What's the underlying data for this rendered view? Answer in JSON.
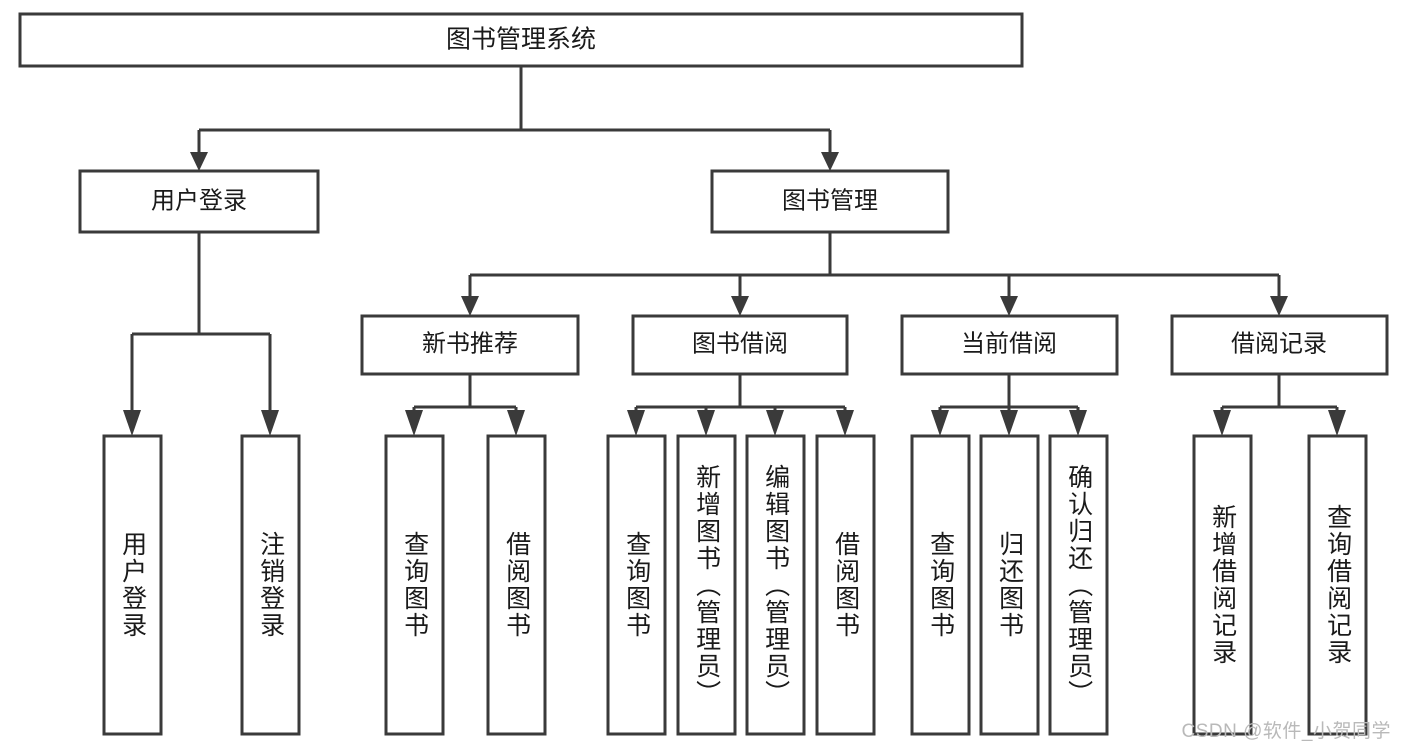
{
  "diagram": {
    "title": "图书管理系统",
    "type": "tree-hierarchy",
    "orientation": "top-down",
    "colors": {
      "box_stroke": "#3a3a3a",
      "box_fill": "#ffffff",
      "connector": "#3a3a3a",
      "text": "#1a1a1a",
      "watermark": "#b9b9b9",
      "background": "#ffffff"
    }
  },
  "root": {
    "label": "图书管理系统"
  },
  "level2": [
    {
      "label": "用户登录"
    },
    {
      "label": "图书管理"
    }
  ],
  "level3": [
    {
      "label": "新书推荐"
    },
    {
      "label": "图书借阅"
    },
    {
      "label": "当前借阅"
    },
    {
      "label": "借阅记录"
    }
  ],
  "leaves": {
    "user_login": [
      {
        "label": "用户登录"
      },
      {
        "label": "注销登录"
      }
    ],
    "new_book_recommend": [
      {
        "label": "查询图书"
      },
      {
        "label": "借阅图书"
      }
    ],
    "book_borrow": [
      {
        "label": "查询图书"
      },
      {
        "label": "新增图书（管理员）"
      },
      {
        "label": "编辑图书（管理员）"
      },
      {
        "label": "借阅图书"
      }
    ],
    "current_borrow": [
      {
        "label": "查询图书"
      },
      {
        "label": "归还图书"
      },
      {
        "label": "确认归还（管理员）"
      }
    ],
    "borrow_record": [
      {
        "label": "新增借阅记录"
      },
      {
        "label": "查询借阅记录"
      }
    ]
  },
  "watermark": {
    "text": "CSDN @软件_小贺同学"
  }
}
